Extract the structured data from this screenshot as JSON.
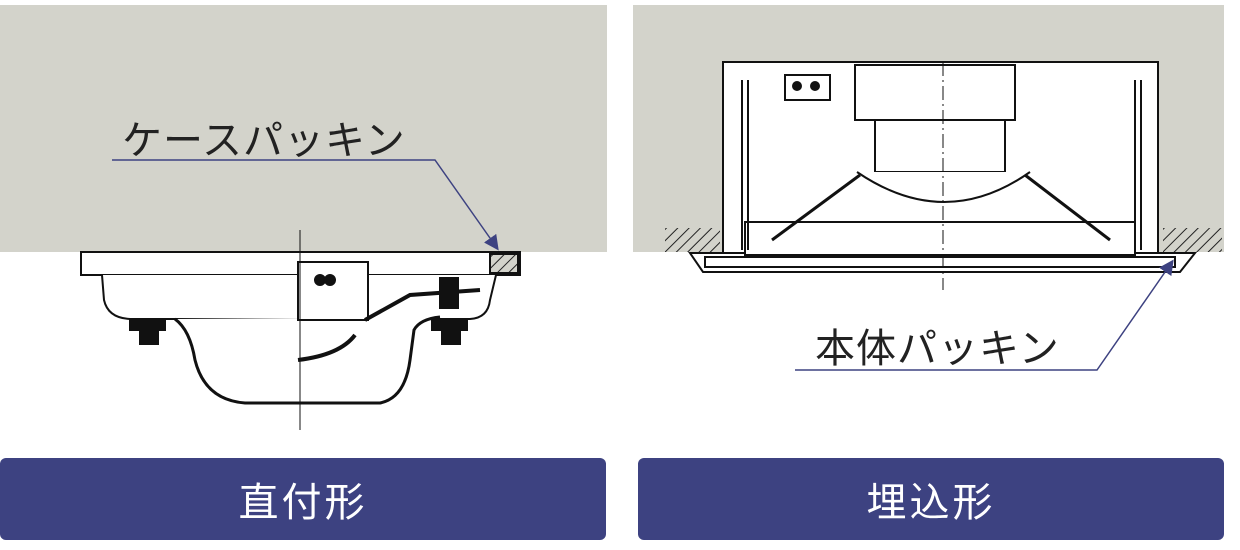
{
  "left": {
    "callout": "ケースパッキン",
    "caption": "直付形"
  },
  "right": {
    "callout": "本体パッキン",
    "caption": "埋込形"
  },
  "colors": {
    "ceiling": "#d3d3cb",
    "caption_bar": "#3d4281",
    "leader_line": "#3d4281"
  }
}
